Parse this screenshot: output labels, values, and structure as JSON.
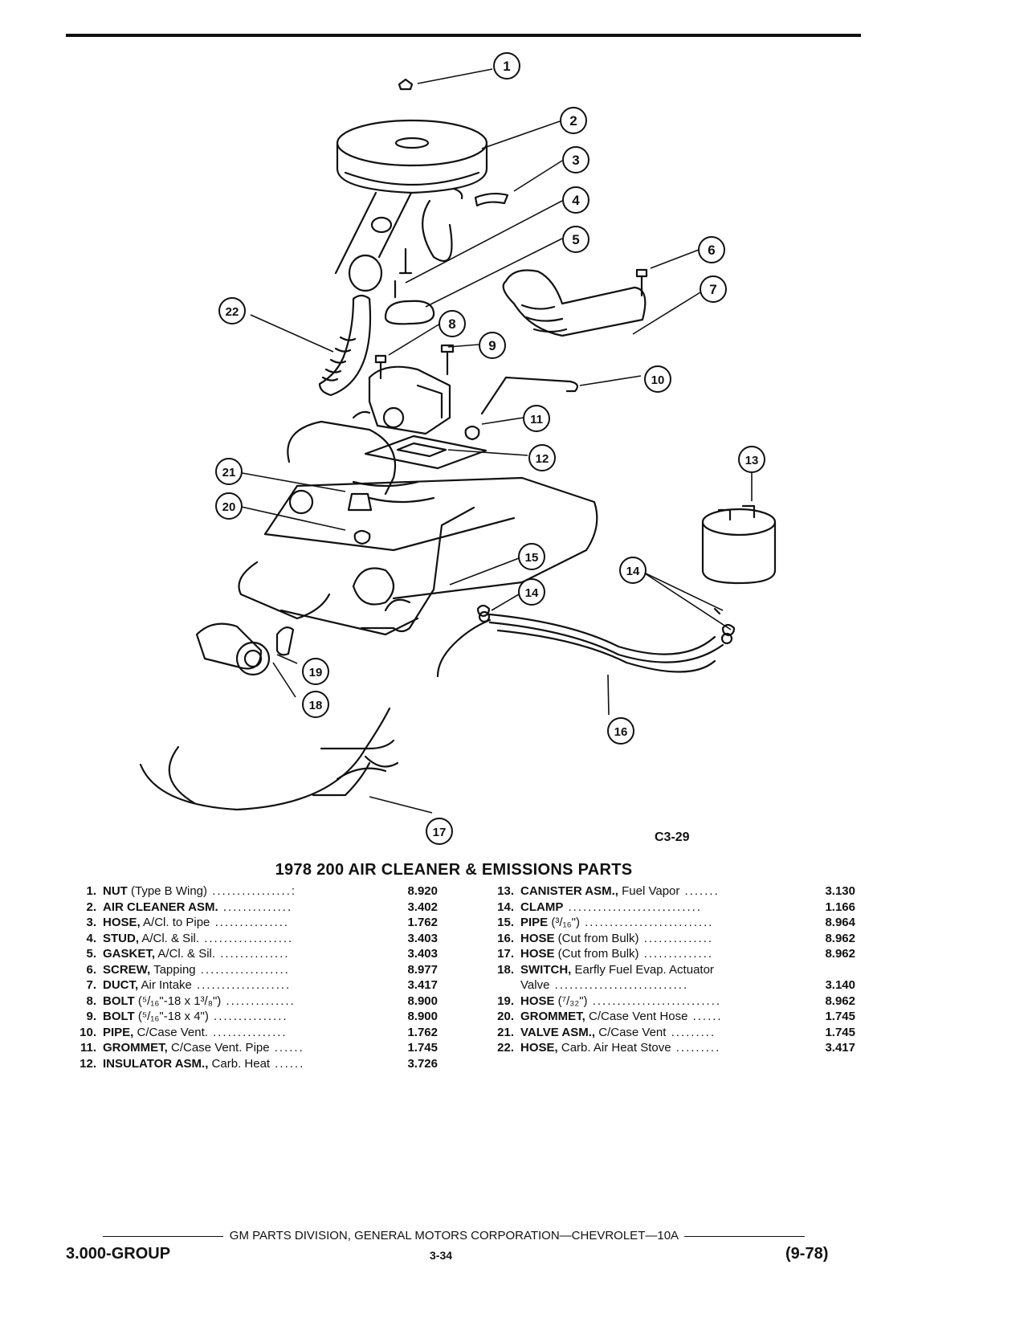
{
  "callouts": [
    "1",
    "2",
    "3",
    "4",
    "5",
    "6",
    "7",
    "8",
    "9",
    "10",
    "11",
    "12",
    "13",
    "14",
    "14",
    "15",
    "16",
    "17",
    "18",
    "19",
    "20",
    "21",
    "22"
  ],
  "figure_id": "C3-29",
  "title": "1978 200 AIR CLEANER & EMISSIONS PARTS",
  "parts_left": [
    {
      "num": "1.",
      "name": "NUT",
      "desc": "(Type B Wing)",
      "dots": " ................:",
      "group": "8.920"
    },
    {
      "num": "2.",
      "name": "AIR CLEANER ASM.",
      "desc": "",
      "dots": " ..............",
      "group": "3.402"
    },
    {
      "num": "3.",
      "name": "HOSE,",
      "desc": "A/Cl. to Pipe",
      "dots": " ...............",
      "group": "1.762"
    },
    {
      "num": "4.",
      "name": "STUD,",
      "desc": "A/Cl. & Sil.",
      "dots": " ..................",
      "group": "3.403"
    },
    {
      "num": "5.",
      "name": "GASKET,",
      "desc": "A/Cl. & Sil.",
      "dots": " ..............",
      "group": "3.403"
    },
    {
      "num": "6.",
      "name": "SCREW,",
      "desc": "Tapping",
      "dots": " ..................",
      "group": "8.977"
    },
    {
      "num": "7.",
      "name": "DUCT,",
      "desc": "Air Intake",
      "dots": " ...................",
      "group": "3.417"
    },
    {
      "num": "8.",
      "name": "BOLT",
      "desc": "(⁵/₁₆\"-18 x 1³/₈\")",
      "dots": " ..............",
      "group": "8.900"
    },
    {
      "num": "9.",
      "name": "BOLT",
      "desc": "(⁵/₁₆\"-18 x 4\")",
      "dots": " ...............",
      "group": "8.900"
    },
    {
      "num": "10.",
      "name": "PIPE,",
      "desc": "C/Case Vent.",
      "dots": " ...............",
      "group": "1.762"
    },
    {
      "num": "11.",
      "name": "GROMMET,",
      "desc": "C/Case Vent. Pipe",
      "dots": " ......",
      "group": "1.745"
    },
    {
      "num": "12.",
      "name": "INSULATOR ASM.,",
      "desc": "Carb. Heat",
      "dots": " ......",
      "group": "3.726"
    }
  ],
  "parts_right": [
    {
      "num": "13.",
      "name": "CANISTER ASM.,",
      "desc": "Fuel Vapor",
      "dots": " .......",
      "group": "3.130"
    },
    {
      "num": "14.",
      "name": "CLAMP",
      "desc": "",
      "dots": " ...........................",
      "group": "1.166"
    },
    {
      "num": "15.",
      "name": "PIPE",
      "desc": "(³/₁₆\")",
      "dots": " ..........................",
      "group": "8.964"
    },
    {
      "num": "16.",
      "name": "HOSE",
      "desc": "(Cut from Bulk)",
      "dots": " ..............",
      "group": "8.962"
    },
    {
      "num": "17.",
      "name": "HOSE",
      "desc": "(Cut from Bulk)",
      "dots": " ..............",
      "group": "8.962"
    },
    {
      "num": "18.",
      "name": "SWITCH,",
      "desc": "Earfly Fuel Evap. Actuator",
      "line2": "Valve",
      "dots": " ...........................",
      "group": "3.140"
    },
    {
      "num": "19.",
      "name": "HOSE",
      "desc": "(⁷/₃₂\")",
      "dots": " ..........................",
      "group": "8.962"
    },
    {
      "num": "20.",
      "name": "GROMMET,",
      "desc": "C/Case Vent Hose",
      "dots": " ......",
      "group": "1.745"
    },
    {
      "num": "21.",
      "name": "VALVE ASM.,",
      "desc": "C/Case Vent",
      "dots": " .........",
      "group": "1.745"
    },
    {
      "num": "22.",
      "name": "HOSE,",
      "desc": "Carb. Air Heat Stove",
      "dots": " .........",
      "group": "3.417"
    }
  ],
  "footer": {
    "division": "GM PARTS DIVISION, GENERAL MOTORS CORPORATION—CHEVROLET—10A",
    "group": "3.000-GROUP",
    "page": "3-34",
    "date": "(9-78)"
  }
}
